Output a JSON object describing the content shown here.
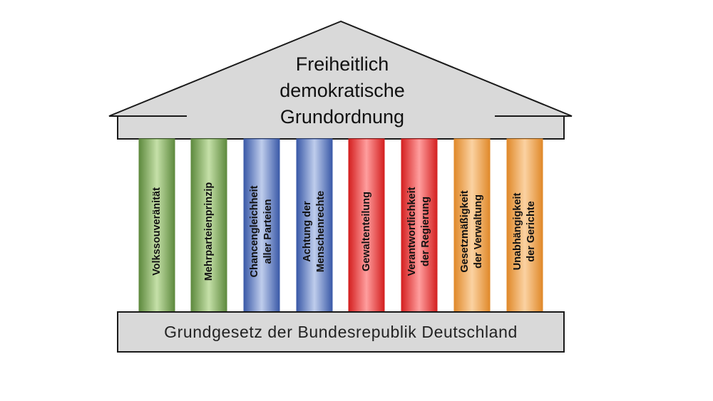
{
  "roof": {
    "lines": [
      "Freiheitlich",
      "demokratische",
      "Grundordnung"
    ]
  },
  "pillars": [
    {
      "lines": [
        "Volkssouveränität"
      ],
      "colors": [
        "#5e8a3e",
        "#c5e0a8",
        "#5e8a3e"
      ]
    },
    {
      "lines": [
        "Mehrparteienprinzip"
      ],
      "colors": [
        "#5e8a3e",
        "#c5e0a8",
        "#5e8a3e"
      ]
    },
    {
      "lines": [
        "Chancengleichheit",
        "aller Parteien"
      ],
      "colors": [
        "#3b5aa8",
        "#bfcdec",
        "#3b5aa8"
      ]
    },
    {
      "lines": [
        "Achtung der",
        "Menschenrechte"
      ],
      "colors": [
        "#3b5aa8",
        "#bfcdec",
        "#3b5aa8"
      ]
    },
    {
      "lines": [
        "Gewaltenteilung"
      ],
      "colors": [
        "#d42020",
        "#ff9e9e",
        "#d42020"
      ]
    },
    {
      "lines": [
        "Verantwortlichkeit",
        "der Regierung"
      ],
      "colors": [
        "#d42020",
        "#ff9e9e",
        "#d42020"
      ]
    },
    {
      "lines": [
        "Gesetzmäßigkeit",
        "der Verwaltung"
      ],
      "colors": [
        "#e0892a",
        "#fbd2a2",
        "#e0892a"
      ]
    },
    {
      "lines": [
        "Unabhängigkeit",
        "der Gerichte"
      ],
      "colors": [
        "#e0892a",
        "#fbd2a2",
        "#e0892a"
      ]
    }
  ],
  "base": {
    "label": "Grundgesetz der Bundesrepublik Deutschland"
  },
  "colors": {
    "stone": "#d9d9d9",
    "outline": "#1a1a1a"
  }
}
